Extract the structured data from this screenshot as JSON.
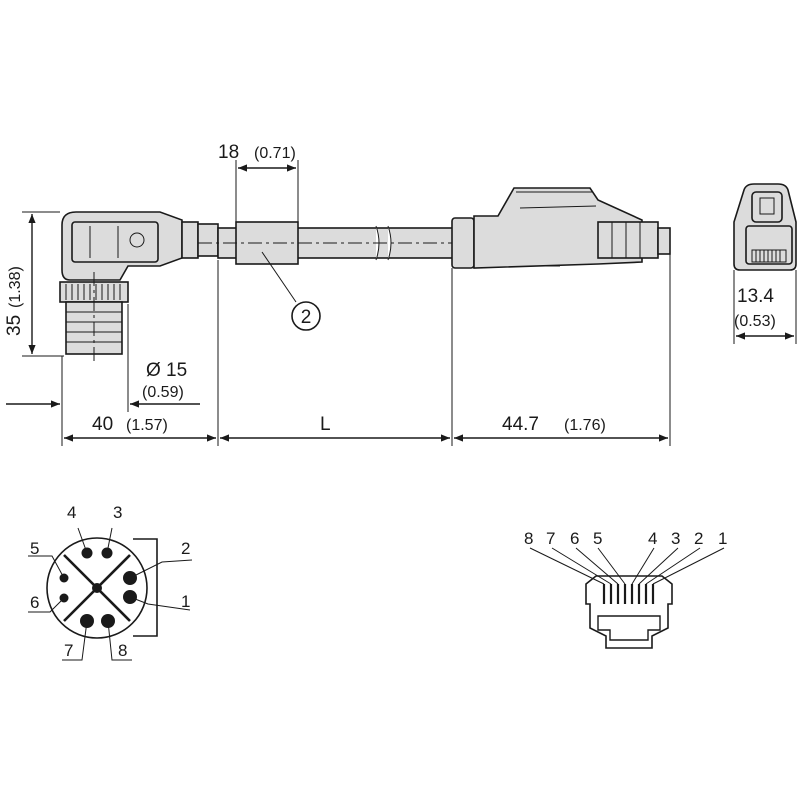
{
  "dimensions": {
    "top_length": {
      "value": "18",
      "alt": "(0.71)"
    },
    "height": {
      "value": "35",
      "alt": "(1.38)"
    },
    "diameter": {
      "value": "Ø 15",
      "alt": "(0.59)"
    },
    "m12_length": {
      "value": "40",
      "alt": "(1.57)"
    },
    "cable_length": {
      "value": "L"
    },
    "rj45_length": {
      "value": "44.7",
      "alt": "(1.76)"
    },
    "rj45_width": {
      "value": "13.4",
      "alt": "(0.53)"
    }
  },
  "callout": {
    "label": "2"
  },
  "m12_pins": [
    "1",
    "2",
    "3",
    "4",
    "5",
    "6",
    "7",
    "8"
  ],
  "rj45_pins": [
    "8",
    "7",
    "6",
    "5",
    "4",
    "3",
    "2",
    "1"
  ],
  "colors": {
    "line": "#1a1a1a",
    "fill": "#dcdcdc",
    "background": "#ffffff"
  }
}
